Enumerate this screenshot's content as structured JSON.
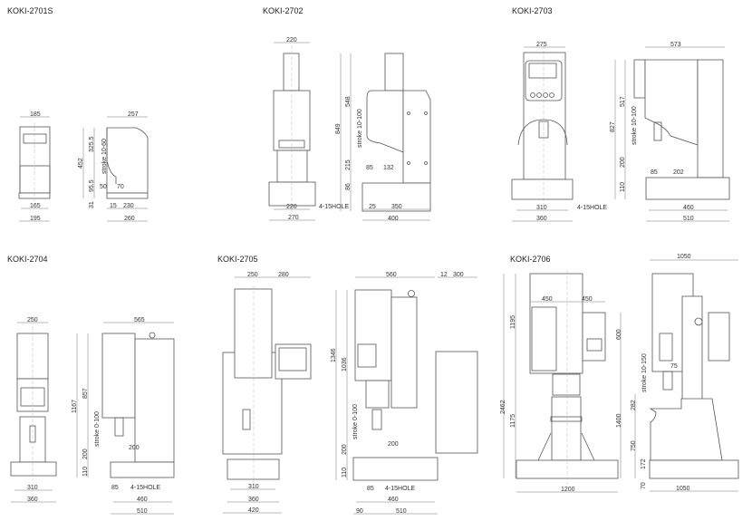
{
  "panels": [
    {
      "title": "KOKI-2701S",
      "dims": [
        "185",
        "257",
        "452",
        "325.5",
        "stroke 10-60",
        "95.5",
        "50",
        "70",
        "31",
        "165",
        "195",
        "15",
        "230",
        "260"
      ]
    },
    {
      "title": "KOKI-2702",
      "dims": [
        "220",
        "849",
        "548",
        "stroke 10-100",
        "215",
        "86",
        "85",
        "132",
        "220",
        "270",
        "4-15HOLE",
        "25",
        "350",
        "400"
      ]
    },
    {
      "title": "KOKI-2703",
      "dims": [
        "275",
        "573",
        "827",
        "517",
        "stroke 10-100",
        "200",
        "110",
        "85",
        "202",
        "310",
        "360",
        "4-15HOLE",
        "460",
        "510"
      ]
    },
    {
      "title": "KOKI-2704",
      "dims": [
        "250",
        "565",
        "1167",
        "857",
        "stroke 0-100",
        "200",
        "110",
        "200",
        "310",
        "360",
        "85",
        "4-15HOLE",
        "460",
        "510"
      ]
    },
    {
      "title": "KOKI-2705",
      "dims": [
        "250",
        "280",
        "560",
        "12",
        "300",
        "1346",
        "1036",
        "stroke 0-100",
        "200",
        "110",
        "200",
        "310",
        "360",
        "420",
        "85",
        "4-15HOLE",
        "460",
        "90",
        "510"
      ]
    },
    {
      "title": "KOKI-2706",
      "dims": [
        "1050",
        "450",
        "450",
        "1195",
        "2462",
        "600",
        "1175",
        "1400",
        "1200",
        "stroke 10-150",
        "75",
        "282",
        "750",
        "172",
        "70",
        "1050"
      ]
    }
  ]
}
